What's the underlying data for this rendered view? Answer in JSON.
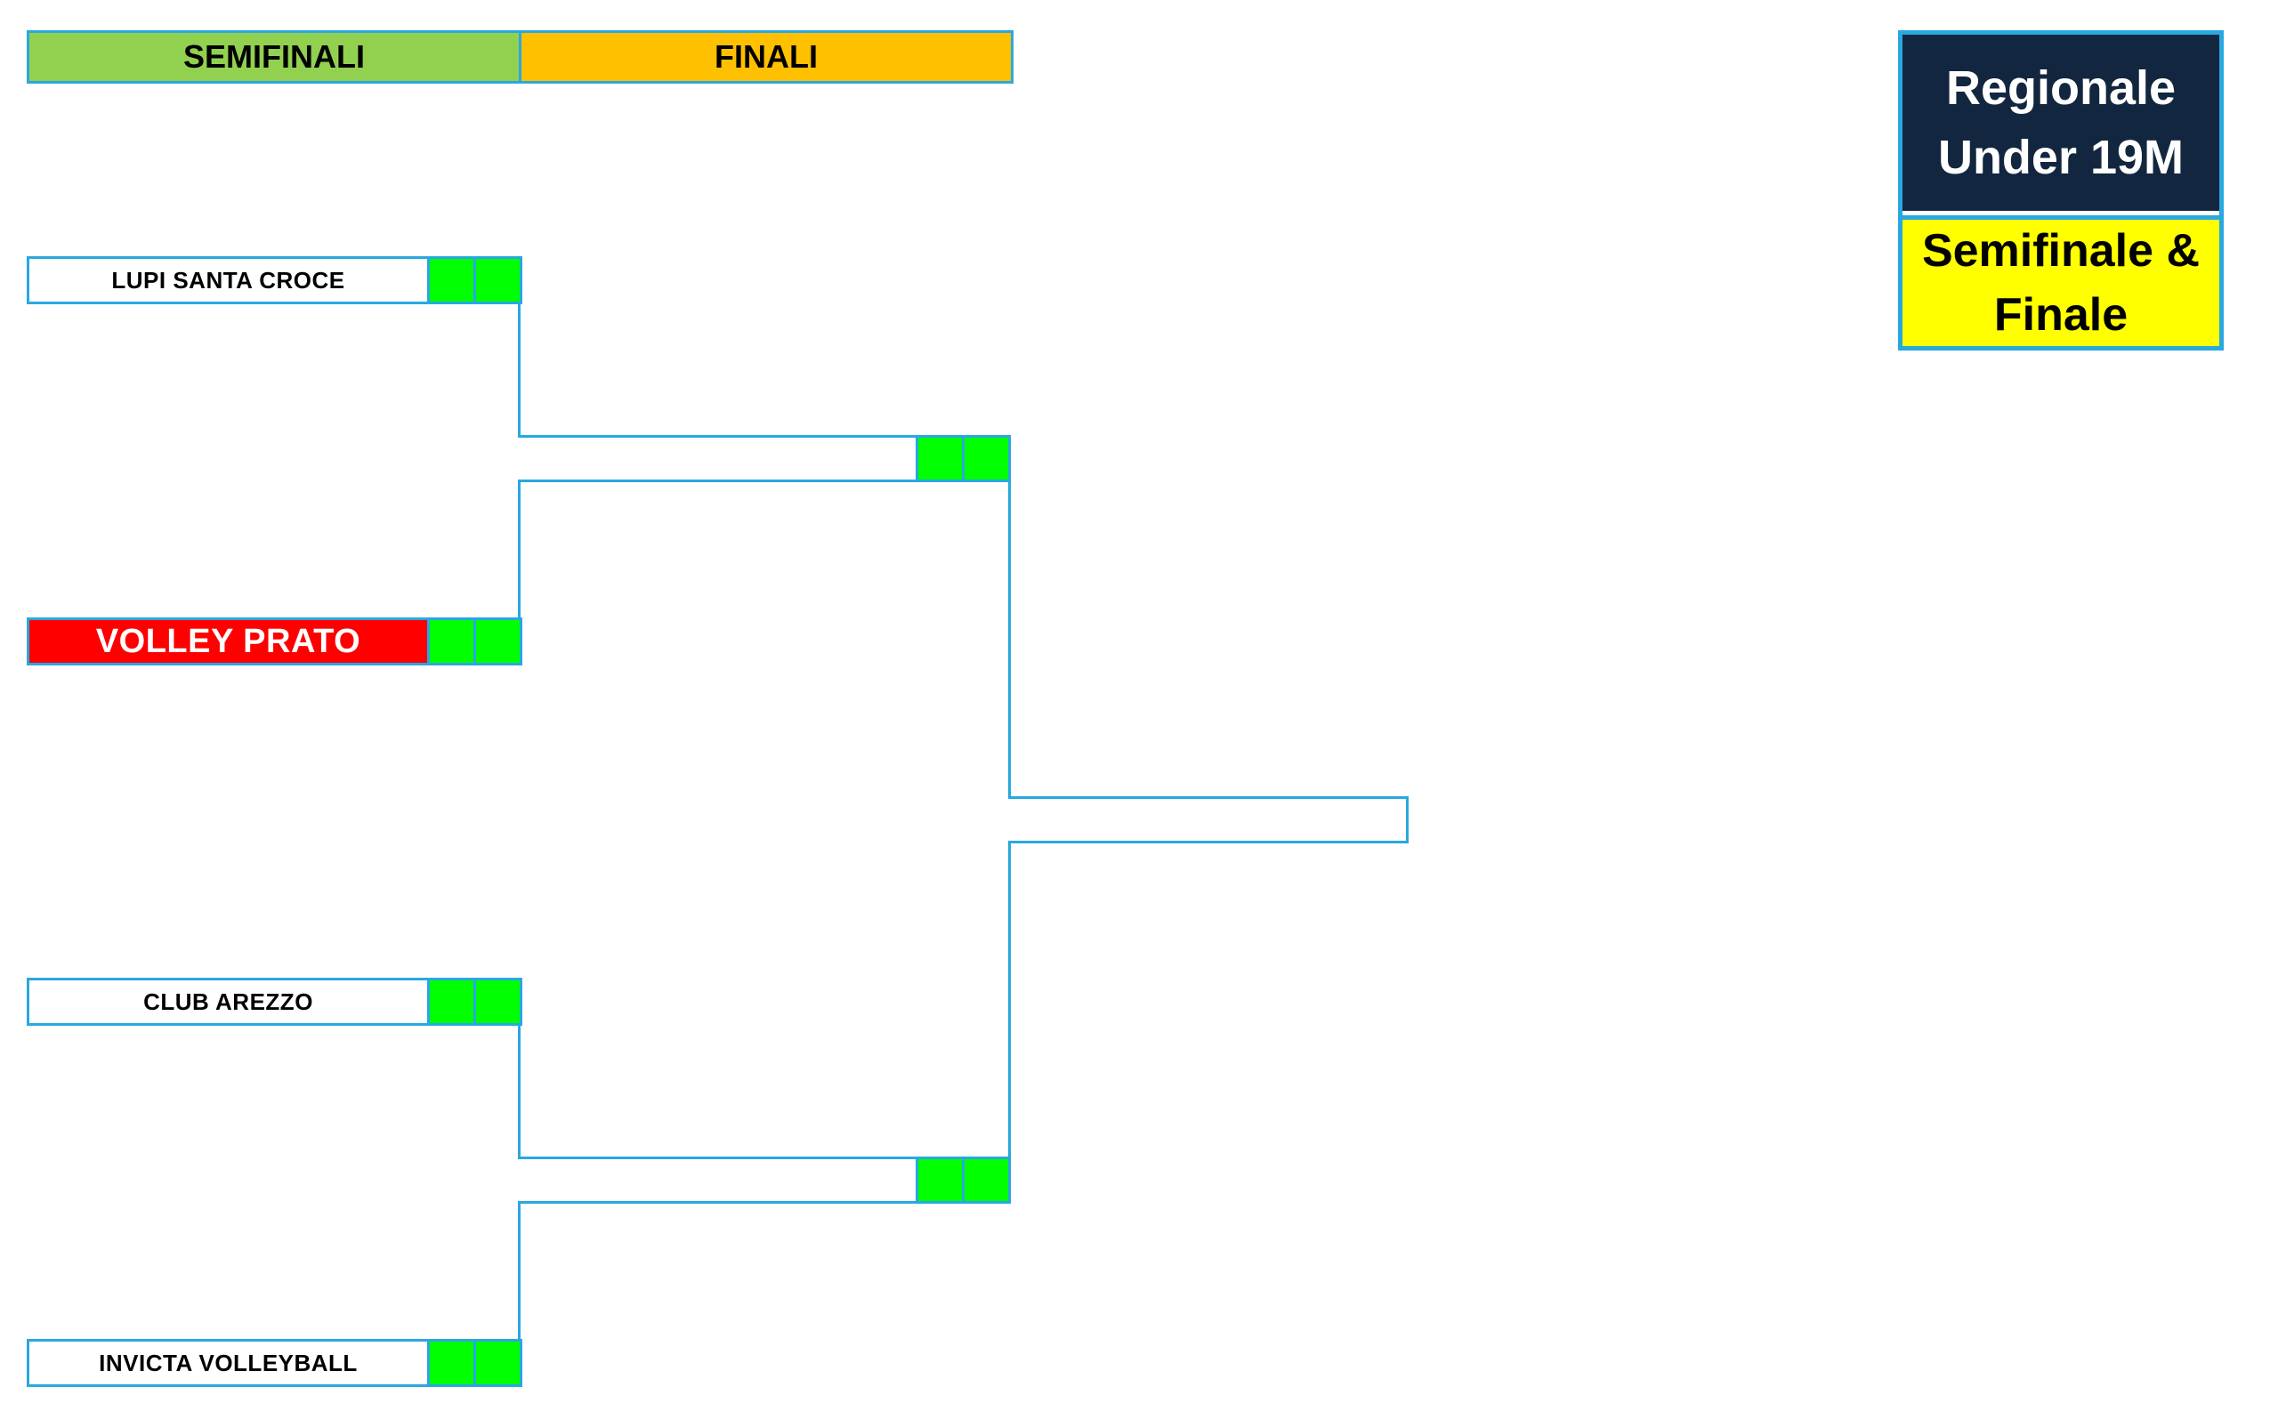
{
  "headers": {
    "semifinali": "SEMIFINALI",
    "finali": "FINALI"
  },
  "title": {
    "line1": "Regionale",
    "line2": "Under 19M",
    "line3": "Semifinale &",
    "line4": "Finale"
  },
  "teams": [
    {
      "name": "LUPI SANTA CROCE"
    },
    {
      "name": "VOLLEY PRATO"
    },
    {
      "name": "CLUB AREZZO"
    },
    {
      "name": "INVICTA VOLLEYBALL"
    }
  ],
  "colors": {
    "semifinali_header": "#92d050",
    "finali_header": "#ffc000",
    "score_cell": "#00ff00",
    "highlight_team": "#ff0000",
    "connector": "#29a8df",
    "title_top_bg": "#13263f",
    "title_top_text": "#ffffff",
    "title_bottom_bg": "#ffff00",
    "title_bottom_text": "#000000"
  }
}
